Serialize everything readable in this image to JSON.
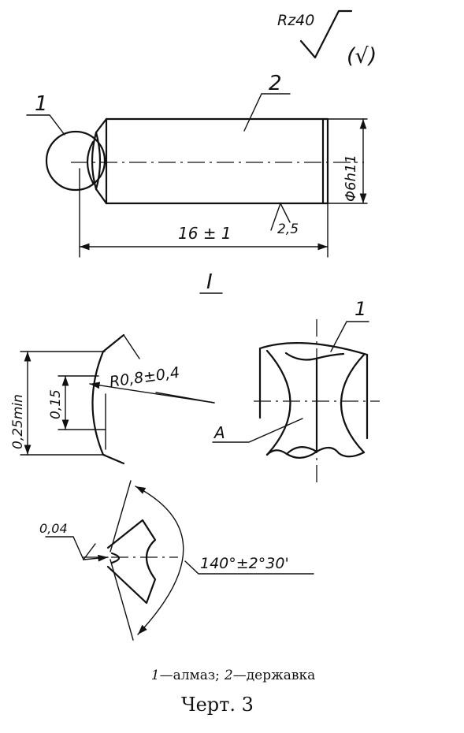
{
  "surface": {
    "roughness": "Rz40",
    "roughness_other": "(√)",
    "local": "2,5"
  },
  "labels": {
    "diamond": "1",
    "holder": "2",
    "view": "I",
    "view_part": "1",
    "point_a": "A"
  },
  "dimensions": {
    "length": "16 ± 1",
    "diameter": "Φ6h11",
    "radius": "R0,8±0,4",
    "width_min": "0,25min",
    "width": "0,15",
    "flatness": "0,04",
    "angle": "140°±2°30'"
  },
  "caption": {
    "legend_1_num": "1",
    "legend_1_text": "—алмаз;",
    "legend_2_num": "2",
    "legend_2_text": "—державка",
    "figure": "Черт. 3"
  }
}
